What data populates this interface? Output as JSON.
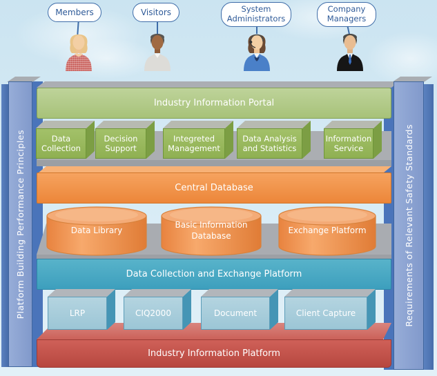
{
  "personas": [
    {
      "label": "Members",
      "icon": "woman-red-checkered-avatar"
    },
    {
      "label": "Visitors",
      "icon": "man-gray-shirt-avatar"
    },
    {
      "label": "System Administrators",
      "icon": "woman-headset-avatar"
    },
    {
      "label": "Company Managers",
      "icon": "man-black-suit-avatar"
    }
  ],
  "pillars": {
    "left": "Platform Building Performance Principles",
    "right": "Requirements of Relevant Safety Standards"
  },
  "layers": {
    "portal": {
      "label": "Industry Information Portal"
    },
    "modules": [
      {
        "label": "Data Collection"
      },
      {
        "label": "Decision Support"
      },
      {
        "label": "Integreted Management"
      },
      {
        "label": "Data Analysis and Statistics"
      },
      {
        "label": "Information Service"
      }
    ],
    "central_database": {
      "label": "Central Database"
    },
    "databases": [
      {
        "label": "Data Library"
      },
      {
        "label": "Basic Information Database"
      },
      {
        "label": "Exchange Platform"
      }
    ],
    "exchange": {
      "label": "Data Collection and Exchange Platform"
    },
    "systems": [
      {
        "label": "LRP"
      },
      {
        "label": "CIQ2000"
      },
      {
        "label": "Document"
      },
      {
        "label": "Client Capture"
      }
    ],
    "base": {
      "label": "Industry Information Platform"
    }
  },
  "colors": {
    "portal_green": "#a7c279",
    "module_green": "#8fb052",
    "database_orange": "#ec8639",
    "exchange_teal": "#3d9fbd",
    "system_blue": "#9cc6d6",
    "base_red": "#b7473f",
    "pillar_blue": "#8ba5d2",
    "slab_gray": "#a9acb1",
    "bubble_border": "#3e6ca8",
    "bubble_text": "#2e5a98"
  }
}
